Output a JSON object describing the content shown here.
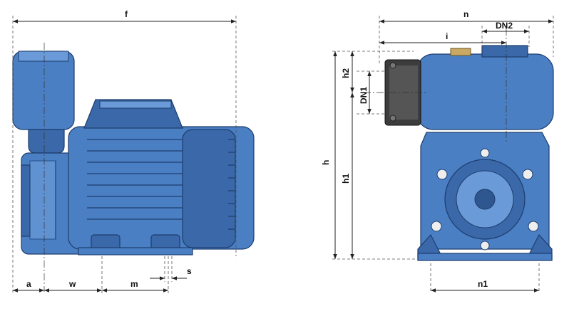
{
  "drawing": {
    "colors": {
      "pump_body": "#4a7fc4",
      "pump_shadow": "#3a68a8",
      "pump_highlight": "#6a9bd8",
      "outline": "#1d3d6e",
      "dimension_line": "#222222"
    },
    "side_view": {
      "dimensions": {
        "f": "f",
        "a": "a",
        "w": "w",
        "m": "m",
        "s": "s"
      }
    },
    "front_view": {
      "dimensions": {
        "n": "n",
        "dn2": "DN2",
        "i": "i",
        "h2": "h2",
        "dn1": "DN1",
        "h": "h",
        "h1": "h1",
        "n1": "n1"
      }
    }
  }
}
